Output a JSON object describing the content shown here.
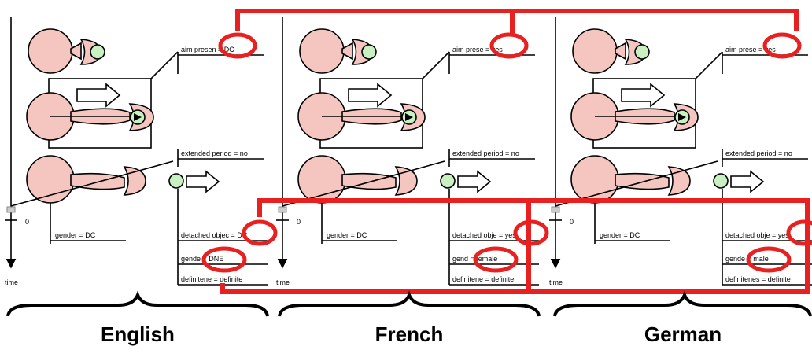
{
  "time_axis": {
    "time_label": "time",
    "zero_label": "0"
  },
  "panels": [
    {
      "id": "english",
      "language": "English",
      "features": {
        "aim_present": "aim presen = DC",
        "extended_period": "extended period = no",
        "gender_left": "gender = DC",
        "detached_object": "detached objec = DC",
        "gender_right": "gende = DNE",
        "definiteness": "definitene = definite"
      }
    },
    {
      "id": "french",
      "language": "French",
      "features": {
        "aim_present": "aim prese = yes",
        "extended_period": "extended period = no",
        "gender_left": "gender = DC",
        "detached_object": "detached obje = yes",
        "gender_right": "gend = female",
        "definiteness": "definitene = definite"
      }
    },
    {
      "id": "german",
      "language": "German",
      "features": {
        "aim_present": "aim prese = yes",
        "extended_period": "extended period = no",
        "gender_left": "gender = DC",
        "detached_object": "detached obje = yes",
        "gender_right": "gende = male",
        "definiteness": "definitenes = definite"
      }
    }
  ],
  "colors": {
    "highlight": "#e82020",
    "person": "#f5c6c0",
    "object": "#c8f0c0"
  }
}
